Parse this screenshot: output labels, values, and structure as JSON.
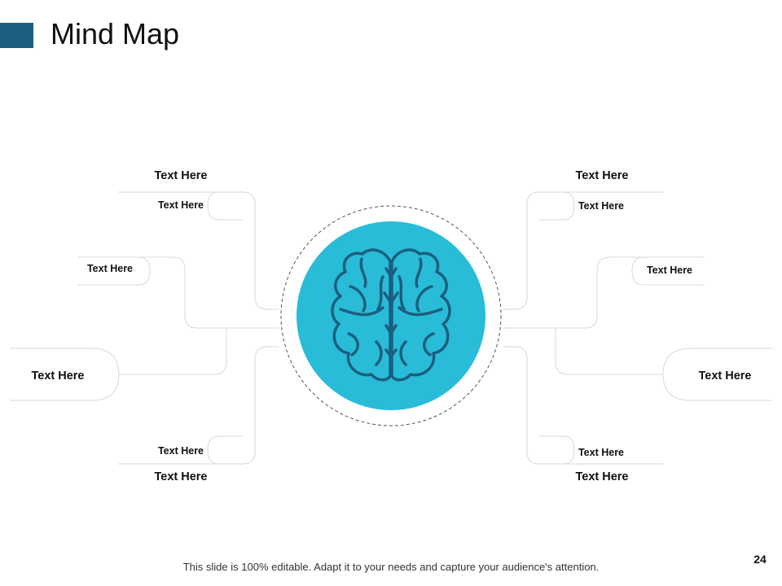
{
  "slide": {
    "title": "Mind Map",
    "footer_note": "This slide is 100% editable. Adapt it to your needs and capture your audience's attention.",
    "page_number": "24"
  },
  "colors": {
    "accent_bar": "#1b5f7f",
    "center_circle": "#29bcd8",
    "brain_stroke": "#1b5f7f",
    "connector_line": "#d9d9d9",
    "dashed_ring": "#555555"
  },
  "center": {
    "icon": "brain-icon"
  },
  "left_branches": {
    "top_heading": "Text Here",
    "top_item": "Text Here",
    "upper_item": "Text Here",
    "middle_heading": "Text Here",
    "bottom_item": "Text Here",
    "bottom_heading": "Text Here"
  },
  "right_branches": {
    "top_heading": "Text Here",
    "top_item": "Text Here",
    "upper_item": "Text Here",
    "middle_heading": "Text Here",
    "bottom_item": "Text Here",
    "bottom_heading": "Text Here"
  }
}
